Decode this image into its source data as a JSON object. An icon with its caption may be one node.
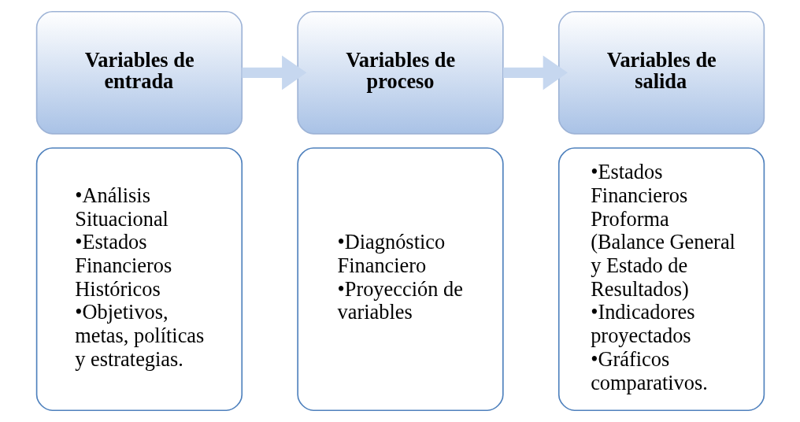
{
  "diagram": {
    "nodes": [
      {
        "text": [
          "Variables de entrada"
        ]
      },
      {
        "text": [
          "•Análisis Situacional",
          "•Estados Financieros Históricos",
          "•Objetivos, metas, políticas y estrategias."
        ]
      },
      {
        "text": [
          "Variables de proceso"
        ]
      },
      {
        "text": [
          "•Diagnóstico Financiero",
          "•Proyección de variables"
        ]
      },
      {
        "text": [
          "Variables de salida"
        ]
      },
      {
        "text": [
          "•Estados Financieros Proforma (Balance General y Estado de Resultados)",
          "•Indicadores proyectados",
          "•Gráficos comparativos."
        ]
      }
    ],
    "edges": [
      {
        "from": 0,
        "to": 2,
        "arrow": "to"
      },
      {
        "from": 2,
        "to": 4,
        "arrow": "to"
      }
    ]
  }
}
